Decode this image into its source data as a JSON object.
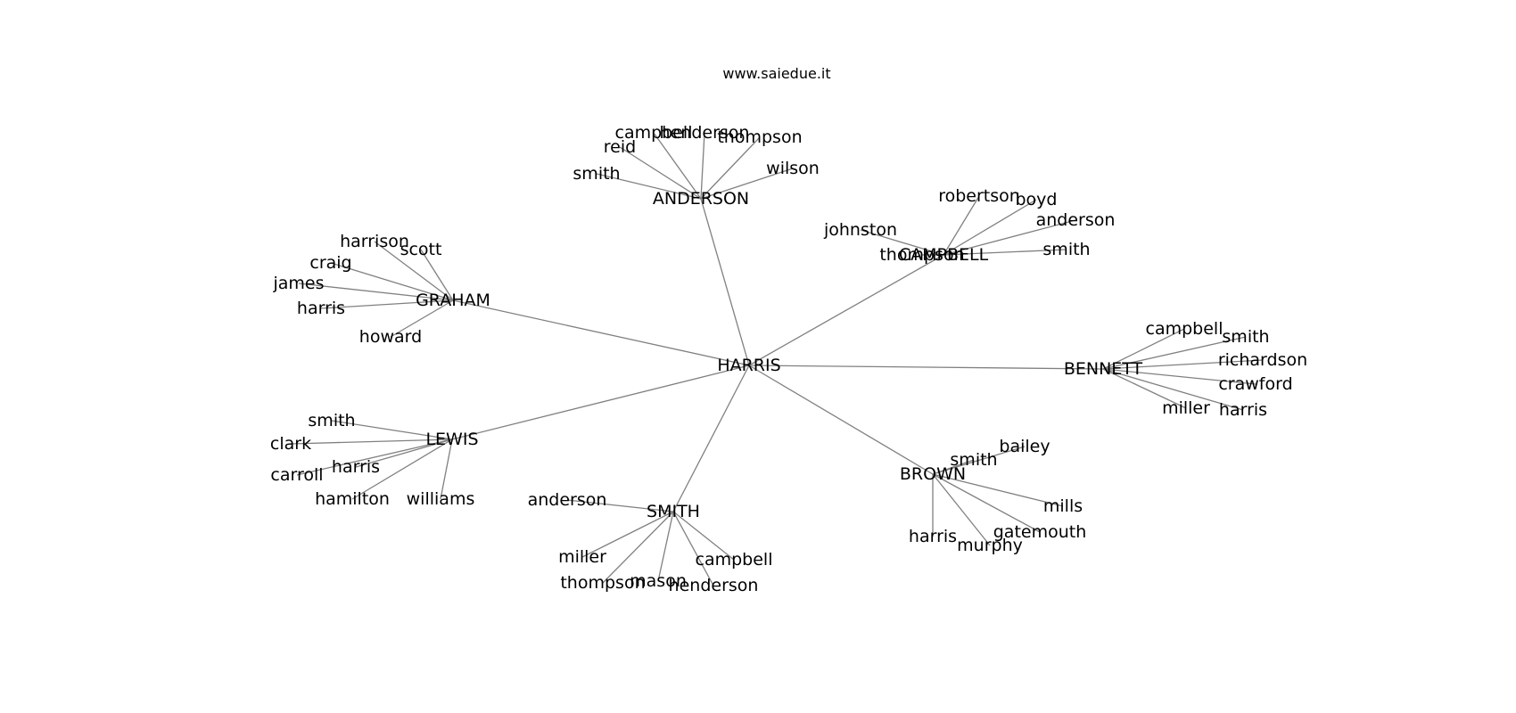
{
  "title": "www.saiedue.it",
  "root": "HARRIS",
  "groups": [
    {
      "name": "ANDERSON",
      "children": [
        "smith",
        "reid",
        "campbell",
        "henderson",
        "thompson",
        "wilson"
      ]
    },
    {
      "name": "CAMPBELL",
      "children": [
        "johnston",
        "thompson",
        "robertson",
        "boyd",
        "anderson",
        "smith"
      ]
    },
    {
      "name": "GRAHAM",
      "children": [
        "harrison",
        "scott",
        "craig",
        "james",
        "harris",
        "howard"
      ]
    },
    {
      "name": "BENNETT",
      "children": [
        "campbell",
        "smith",
        "richardson",
        "crawford",
        "miller",
        "harris"
      ]
    },
    {
      "name": "LEWIS",
      "children": [
        "smith",
        "clark",
        "harris",
        "carroll",
        "hamilton",
        "williams"
      ]
    },
    {
      "name": "BROWN",
      "children": [
        "smith",
        "bailey",
        "mills",
        "gatemouth",
        "harris",
        "murphy"
      ]
    },
    {
      "name": "SMITH",
      "children": [
        "anderson",
        "miller",
        "thompson",
        "mason",
        "henderson",
        "campbell"
      ]
    }
  ]
}
